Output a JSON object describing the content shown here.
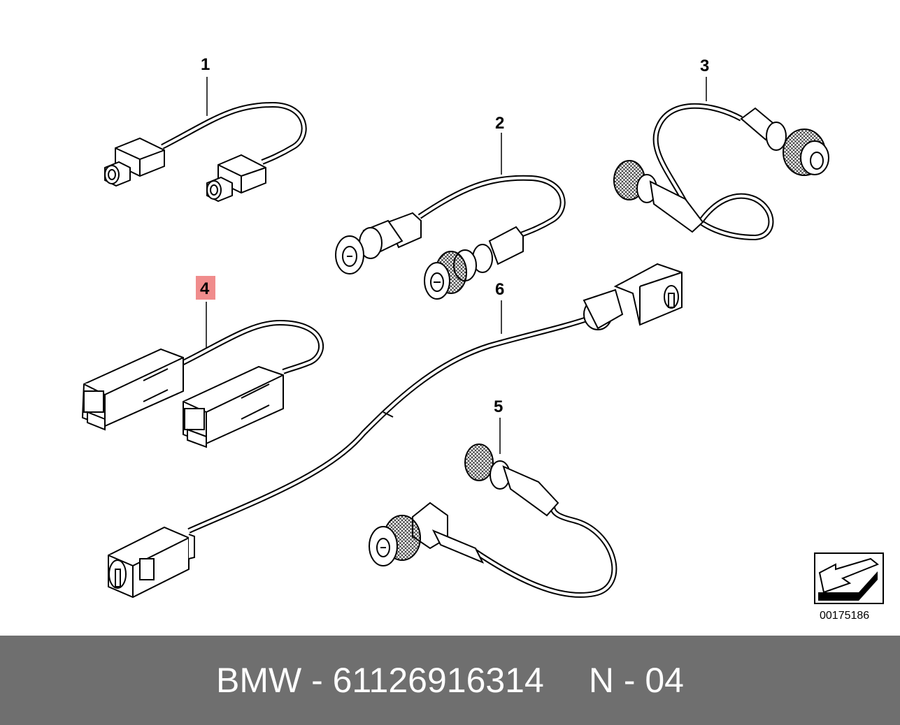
{
  "diagram": {
    "callouts": [
      {
        "id": "1",
        "label": "1",
        "highlighted": false
      },
      {
        "id": "2",
        "label": "2",
        "highlighted": false
      },
      {
        "id": "3",
        "label": "3",
        "highlighted": false
      },
      {
        "id": "4",
        "label": "4",
        "highlighted": true
      },
      {
        "id": "5",
        "label": "5",
        "highlighted": false
      },
      {
        "id": "6",
        "label": "6",
        "highlighted": false
      }
    ],
    "reference_number": "00175186",
    "highlight_color": "#f08c8c",
    "line_color": "#000000"
  },
  "footer": {
    "brand_part": "BMW - 61126916314",
    "position": "N - 04",
    "background": "#6f6f6f"
  }
}
